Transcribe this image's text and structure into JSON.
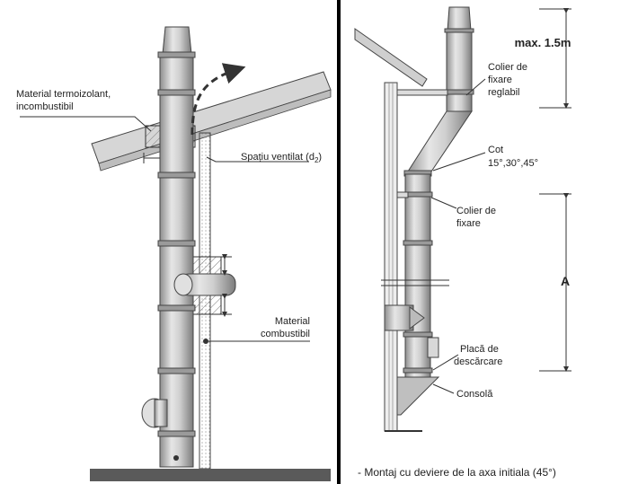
{
  "left_diagram": {
    "label_insulation_line1": "Material termoizolant,",
    "label_insulation_line2": "incombustibil",
    "label_ventilated_space": "Spațiu ventilat (d",
    "label_ventilated_sub": "2",
    "label_ventilated_close": ")",
    "label_combustible_line1": "Material",
    "label_combustible_line2": "combustibil"
  },
  "right_diagram": {
    "label_max": "max. 1.5m",
    "label_adj_clamp_line1": "Colier de",
    "label_adj_clamp_line2": "fixare",
    "label_adj_clamp_line3": "reglabil",
    "label_elbow_line1": "Cot",
    "label_elbow_line2": "15°,30°,45°",
    "label_clamp_line1": "Colier de",
    "label_clamp_line2": "fixare",
    "label_dimension": "A",
    "label_plate_line1": "Placă de",
    "label_plate_line2": "descărcare",
    "label_console": "Consolă",
    "caption": "- Montaj cu deviere de la axa initiala (45°)"
  },
  "colors": {
    "line": "#333333",
    "pipe": "#c9c9c9",
    "pipe_dark": "#8a8a8a",
    "roof": "#d0d0d0",
    "divider": "#000000",
    "ground": "#555555"
  }
}
